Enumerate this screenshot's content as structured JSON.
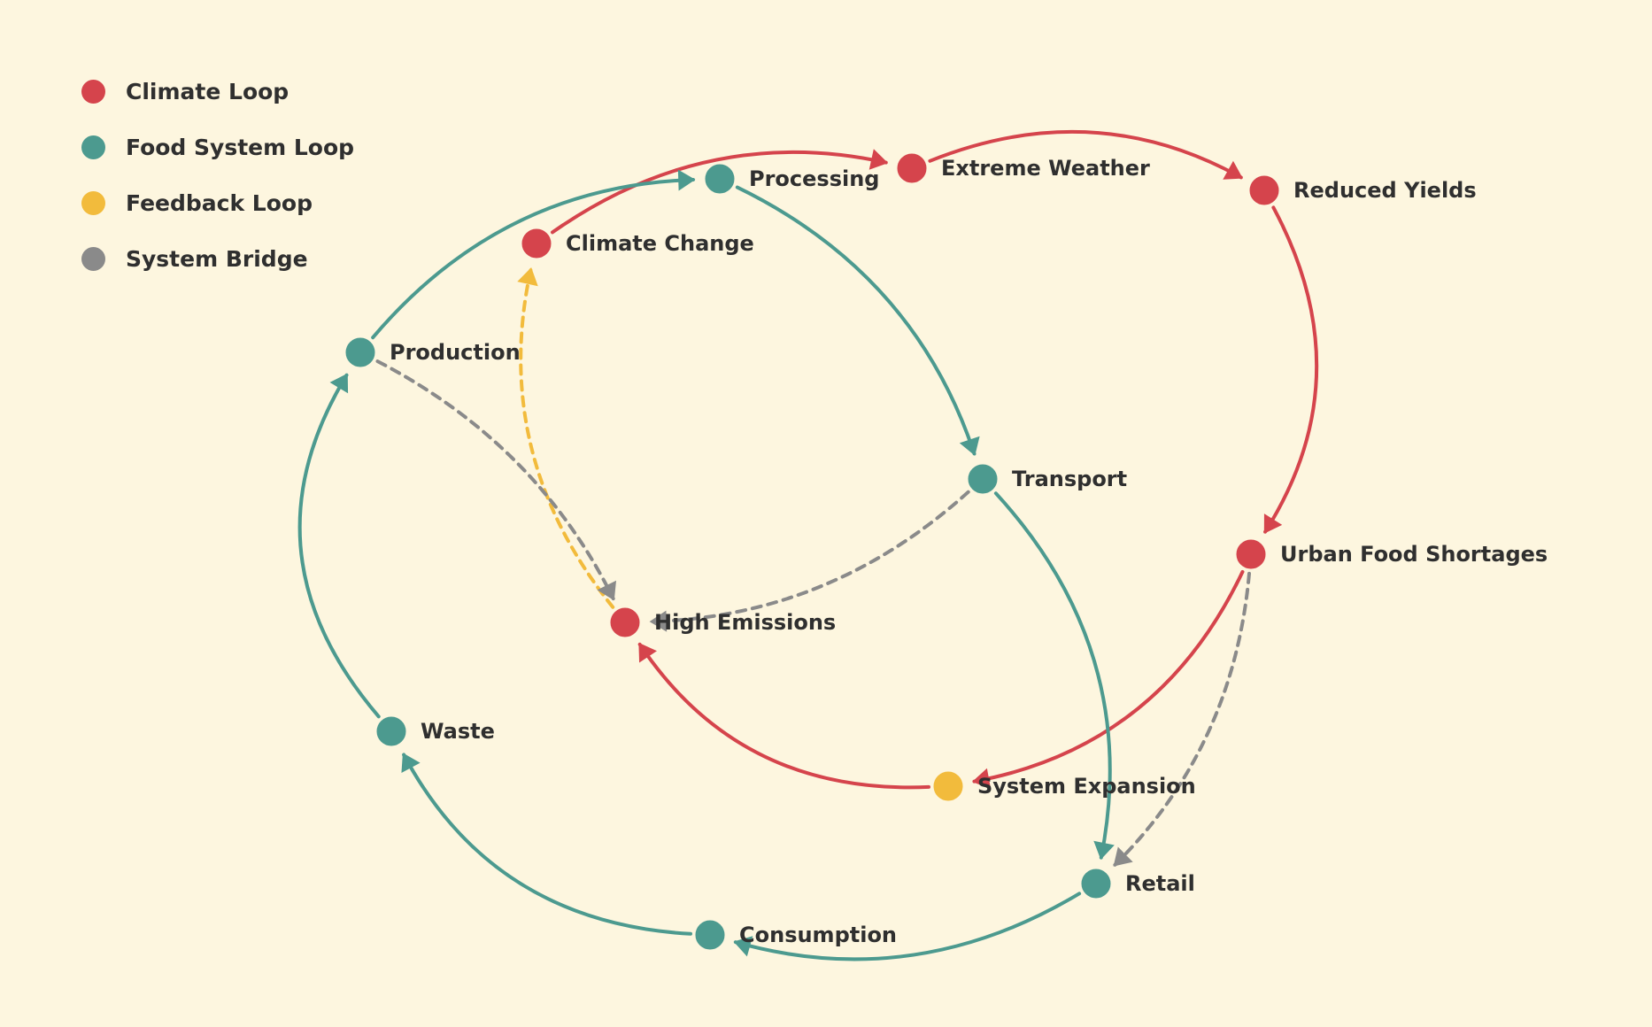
{
  "colors": {
    "background": "#fdf6df",
    "climate": "#d5444c",
    "food": "#4c9a8f",
    "feedback": "#f2bb3c",
    "bridge": "#8a8a8a"
  },
  "legend": [
    {
      "label": "Climate Loop",
      "color": "#d5444c"
    },
    {
      "label": "Food System Loop",
      "color": "#4c9a8f"
    },
    {
      "label": "Feedback Loop",
      "color": "#f2bb3c"
    },
    {
      "label": "System Bridge",
      "color": "#8a8a8a"
    }
  ],
  "nodes": {
    "climate_change": {
      "label": "Climate Change",
      "group": "climate"
    },
    "extreme_weather": {
      "label": "Extreme Weather",
      "group": "climate"
    },
    "reduced_yields": {
      "label": "Reduced Yields",
      "group": "climate"
    },
    "urban_food_shortages": {
      "label": "Urban Food Shortages",
      "group": "climate"
    },
    "high_emissions": {
      "label": "High Emissions",
      "group": "climate"
    },
    "production": {
      "label": "Production",
      "group": "food"
    },
    "processing": {
      "label": "Processing",
      "group": "food"
    },
    "transport": {
      "label": "Transport",
      "group": "food"
    },
    "retail": {
      "label": "Retail",
      "group": "food"
    },
    "consumption": {
      "label": "Consumption",
      "group": "food"
    },
    "waste": {
      "label": "Waste",
      "group": "food"
    },
    "system_expansion": {
      "label": "System Expansion",
      "group": "feedback"
    }
  },
  "edges": [
    {
      "from": "climate_change",
      "to": "extreme_weather",
      "type": "climate"
    },
    {
      "from": "extreme_weather",
      "to": "reduced_yields",
      "type": "climate"
    },
    {
      "from": "reduced_yields",
      "to": "urban_food_shortages",
      "type": "climate"
    },
    {
      "from": "urban_food_shortages",
      "to": "system_expansion",
      "type": "climate"
    },
    {
      "from": "system_expansion",
      "to": "high_emissions",
      "type": "climate"
    },
    {
      "from": "production",
      "to": "processing",
      "type": "food"
    },
    {
      "from": "processing",
      "to": "transport",
      "type": "food"
    },
    {
      "from": "transport",
      "to": "retail",
      "type": "food"
    },
    {
      "from": "retail",
      "to": "consumption",
      "type": "food"
    },
    {
      "from": "consumption",
      "to": "waste",
      "type": "food"
    },
    {
      "from": "waste",
      "to": "production",
      "type": "food"
    },
    {
      "from": "high_emissions",
      "to": "climate_change",
      "type": "feedback"
    },
    {
      "from": "production",
      "to": "high_emissions",
      "type": "bridge"
    },
    {
      "from": "transport",
      "to": "high_emissions",
      "type": "bridge"
    },
    {
      "from": "urban_food_shortages",
      "to": "retail",
      "type": "bridge"
    }
  ]
}
